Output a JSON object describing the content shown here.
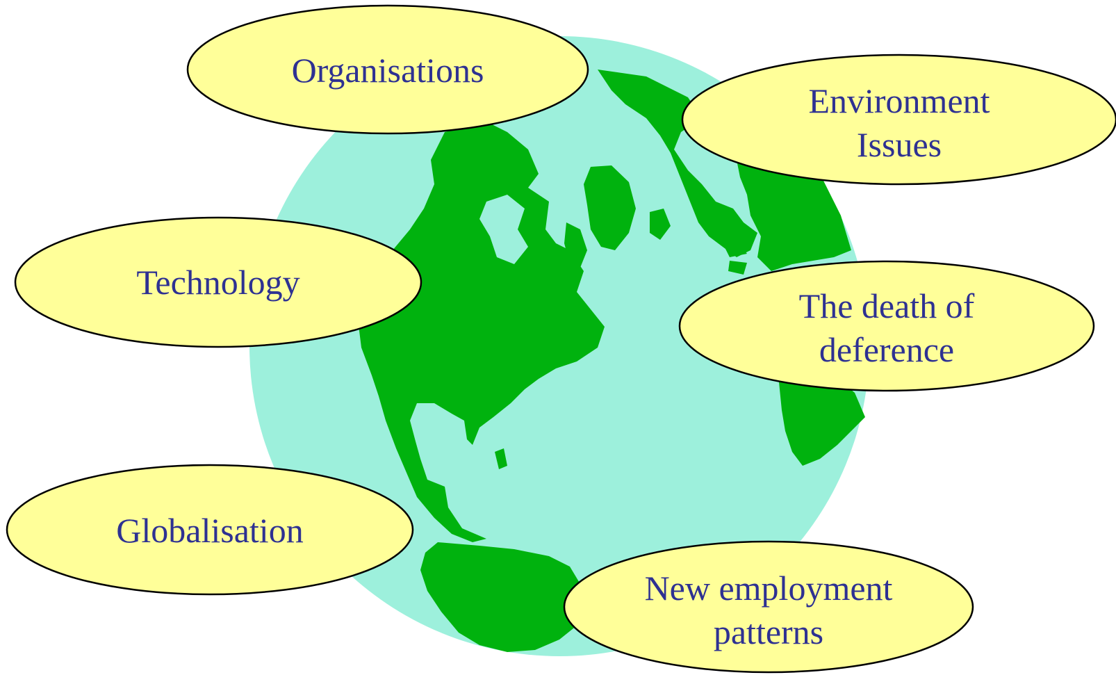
{
  "colors": {
    "ocean": "#9df0dc",
    "land": "#00b20e",
    "oval_fill": "#ffff99",
    "oval_stroke": "#000000",
    "text": "#2e3192",
    "background": "#ffffff"
  },
  "globe": {
    "icon": "globe-icon"
  },
  "ovals": {
    "organisations": {
      "line1": "Organisations"
    },
    "environment": {
      "line1": "Environment",
      "line2": "Issues"
    },
    "technology": {
      "line1": "Technology"
    },
    "deference": {
      "line1": "The death of",
      "line2": "deference"
    },
    "globalisation": {
      "line1": "Globalisation"
    },
    "employment": {
      "line1": "New employment",
      "line2": "patterns"
    }
  }
}
